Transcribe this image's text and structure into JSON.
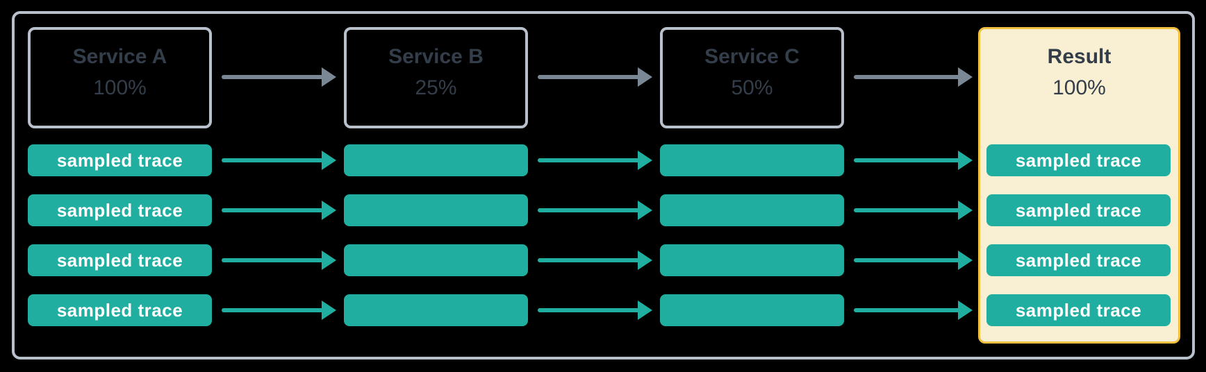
{
  "diagram": {
    "boxes": [
      {
        "title": "Service A",
        "percent": "100%"
      },
      {
        "title": "Service B",
        "percent": "25%"
      },
      {
        "title": "Service C",
        "percent": "50%"
      },
      {
        "title": "Result",
        "percent": "100%"
      }
    ],
    "rows": [
      {
        "source_label": "sampled trace",
        "result_label": "sampled trace"
      },
      {
        "source_label": "sampled trace",
        "result_label": "sampled trace"
      },
      {
        "source_label": "sampled trace",
        "result_label": "sampled trace"
      },
      {
        "source_label": "sampled trace",
        "result_label": "sampled trace"
      }
    ],
    "colors": {
      "background": "#000000",
      "frame_border": "#B8C0CB",
      "service_box_border": "#B8C0CB",
      "service_text": "#333E4A",
      "trace_bar_fill": "#1FAE9F",
      "trace_bar_text": "#FFFFFF",
      "flow_arrow_gray": "#7A8795",
      "trace_arrow_teal": "#1FAE9F",
      "result_box_fill": "#F9EFD2",
      "result_box_border": "#F0C03E"
    }
  }
}
